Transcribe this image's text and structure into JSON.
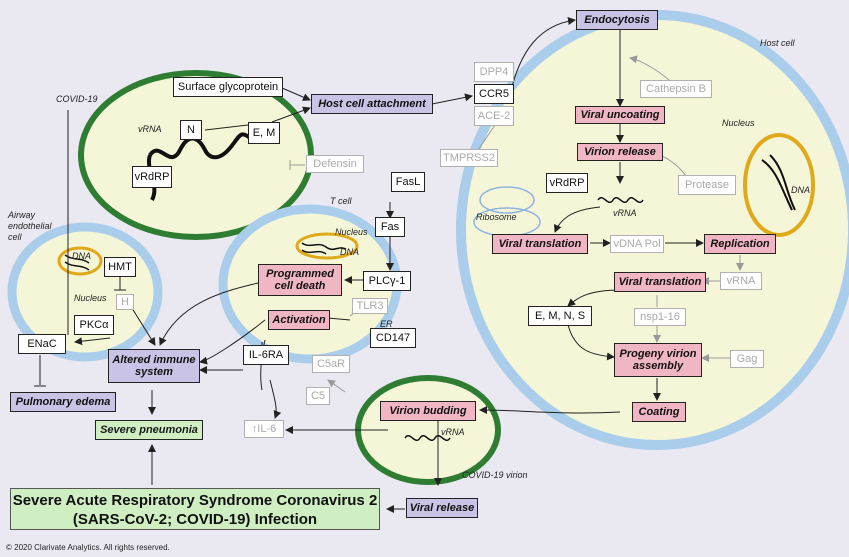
{
  "labels": {
    "covid19": "COVID-19",
    "airway_cell": "Airway\nendothelial\ncell",
    "host_cell": "Host cell",
    "t_cell": "T cell",
    "nucleus": "Nucleus",
    "dna": "DNA",
    "vrna": "vRNA",
    "er": "ER",
    "ribosome": "Ribosome",
    "covid19_virion": "COVID-19 virion"
  },
  "nodes": {
    "surface_glycoprotein": "Surface glycoprotein",
    "host_cell_attachment": "Host cell attachment",
    "n": "N",
    "e_m": "E, M",
    "vrdrp_virion": "vRdRP",
    "defensin": "Defensin",
    "dpp4": "DPP4",
    "ccr5": "CCR5",
    "ace2": "ACE-2",
    "tmprss2": "TMPRSS2",
    "endocytosis": "Endocytosis",
    "cathepsin_b": "Cathepsin B",
    "viral_uncoating": "Viral uncoating",
    "virion_release": "Virion release",
    "protease": "Protease",
    "vrdrp_host": "vRdRP",
    "viral_translation_1": "Viral translation",
    "vdna_pol": "vDNA Pol",
    "replication": "Replication",
    "vrna_node": "vRNA",
    "viral_translation_2": "Viral translation",
    "emns": "E, M, N, S",
    "nsp1_16": "nsp1-16",
    "progeny_virion_assembly": "Progeny virion\nassembly",
    "gag": "Gag",
    "coating": "Coating",
    "virion_budding": "Virion budding",
    "viral_release": "Viral release",
    "fasl": "FasL",
    "fas": "Fas",
    "plcg1": "PLCγ-1",
    "programmed_cell_death": "Programmed\ncell death",
    "tlr3": "TLR3",
    "activation": "Activation",
    "cd147": "CD147",
    "il6ra": "IL-6RA",
    "c5ar": "C5aR",
    "c5": "C5",
    "il6": "↑IL-6",
    "hmt": "HMT",
    "h": "H",
    "pkca": "PKCα",
    "enac": "ENaC",
    "altered_immune_system": "Altered immune\nsystem",
    "pulmonary_edema": "Pulmonary edema",
    "severe_pneumonia": "Severe pneumonia"
  },
  "title": {
    "line1": "Severe Acute Respiratory Syndrome Coronavirus 2",
    "line2": "(SARS-CoV-2; COVID-19) Infection"
  },
  "copyright": "© 2020 Clarivate Analytics.  All rights reserved.",
  "colors": {
    "background": "#eae9f2",
    "cell_fill": "#f5f6d8",
    "cell_border_blue": "#a9cdea",
    "virion_border_green": "#2e7d32",
    "nucleus_border": "#e0a91a",
    "process_purple": "#c9c3e6",
    "process_pink": "#f1b6c3",
    "outcome_green": "#cfeec2"
  }
}
